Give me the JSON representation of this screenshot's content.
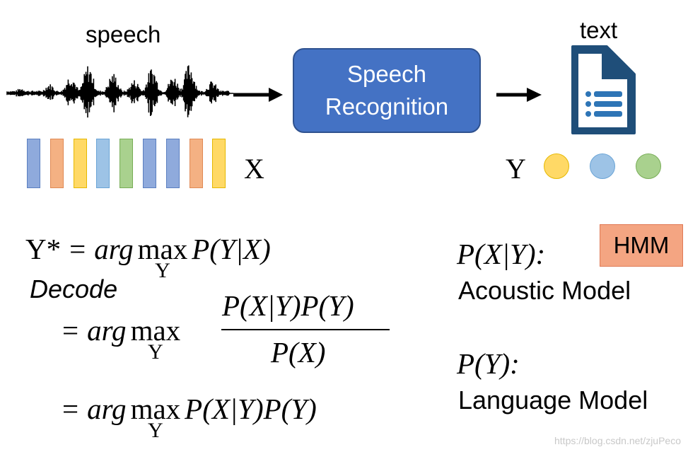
{
  "labels": {
    "speech": "speech",
    "text": "text",
    "recognizer_line1": "Speech",
    "recognizer_line2": "Recognition",
    "x": "X",
    "y": "Y"
  },
  "frames": [
    "#8faadc",
    "#f4b183",
    "#ffd966",
    "#9dc3e6",
    "#a9d18e",
    "#8faadc",
    "#8faadc",
    "#f4b183",
    "#ffd966"
  ],
  "outputs": [
    "#ffd966",
    "#9dc3e6",
    "#a9d18e"
  ],
  "equations": {
    "lhs": "Y*",
    "eq": "=",
    "argmax": "arg",
    "max": "max",
    "sub": "Y",
    "posterior": "P(Y|X)",
    "decode": "Decode",
    "numerator": "P(X|Y)P(Y)",
    "denominator": "P(X)",
    "product": "P(X|Y)P(Y)"
  },
  "models": {
    "acoustic_term": "P(X|Y):",
    "acoustic_label": "Acoustic Model",
    "hmm": "HMM",
    "language_term": "P(Y):",
    "language_label": "Language Model"
  },
  "watermark": "https://blog.csdn.net/zjuPeco",
  "colors": {
    "recognizer": "#4472c4",
    "hmm": "#f4a582",
    "document": "#1f4e79"
  }
}
